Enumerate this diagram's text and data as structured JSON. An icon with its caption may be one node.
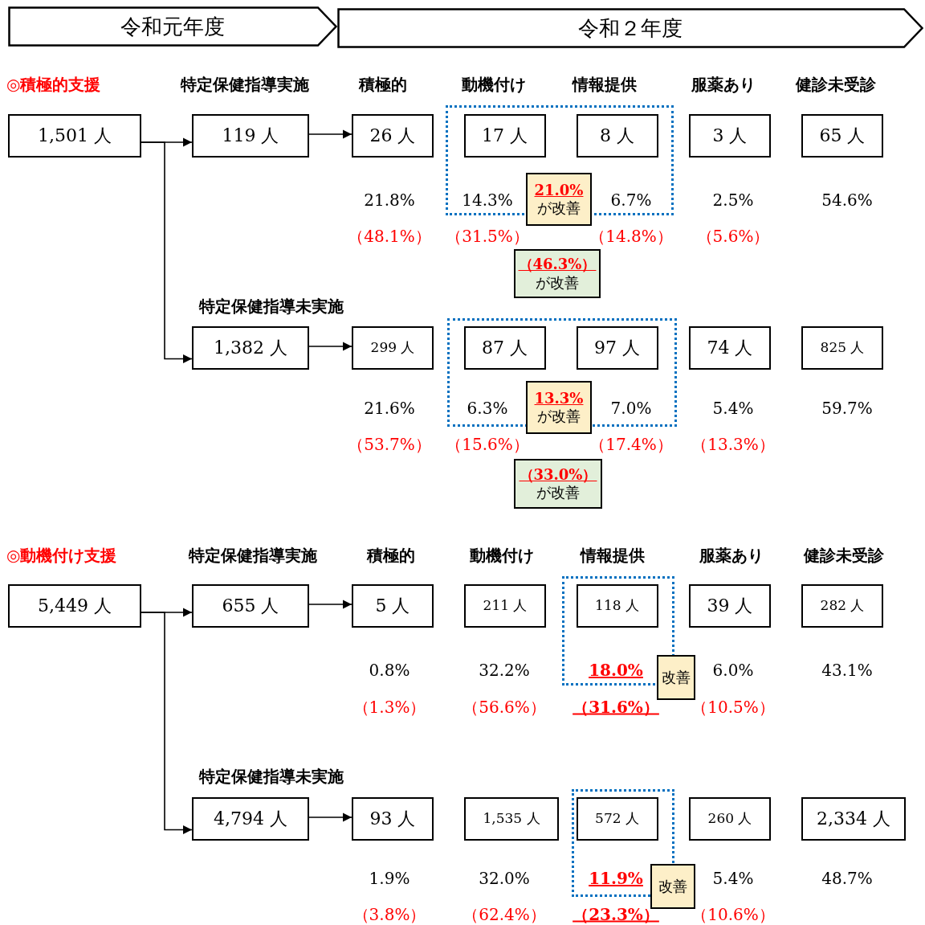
{
  "diagram": {
    "nodes": [
      {
        "text": [
          "令和元年度"
        ]
      },
      {
        "text": [
          "令和２年度"
        ]
      },
      {
        "text": [
          "1,501 人"
        ]
      },
      {
        "text": [
          "119 人"
        ]
      },
      {
        "text": [
          "26 人"
        ]
      },
      {
        "text": [],
        "shape": "box"
      },
      {
        "text": [
          "17 人"
        ],
        "in": 5
      },
      {
        "text": [
          "8 人"
        ],
        "in": 5
      },
      {
        "text": [
          "21.0%",
          "が改善"
        ]
      },
      {
        "text": [
          "3 人"
        ]
      },
      {
        "text": [
          "65 人"
        ]
      },
      {
        "text": [
          "（46.3%）",
          "が改善"
        ]
      },
      {
        "text": [
          "1,382 人"
        ]
      },
      {
        "text": [
          "299 人"
        ]
      },
      {
        "text": [],
        "shape": "box"
      },
      {
        "text": [
          "87 人"
        ],
        "in": 14
      },
      {
        "text": [
          "97 人"
        ],
        "in": 14
      },
      {
        "text": [
          "13.3%",
          "が改善"
        ]
      },
      {
        "text": [
          "74 人"
        ]
      },
      {
        "text": [
          "825 人"
        ]
      },
      {
        "text": [
          "（33.0%）",
          "が改善"
        ]
      },
      {
        "text": [
          "5,449 人"
        ]
      },
      {
        "text": [
          "655 人"
        ]
      },
      {
        "text": [
          "5 人"
        ]
      },
      {
        "text": [
          "211 人"
        ]
      },
      {
        "text": [],
        "shape": "box"
      },
      {
        "text": [
          "118 人"
        ],
        "in": 25
      },
      {
        "text": [
          "改善"
        ]
      },
      {
        "text": [
          "39 人"
        ]
      },
      {
        "text": [
          "282 人"
        ]
      },
      {
        "text": [
          "4,794 人"
        ]
      },
      {
        "text": [
          "93 人"
        ]
      },
      {
        "text": [
          "1,535 人"
        ]
      },
      {
        "text": [],
        "shape": "box"
      },
      {
        "text": [
          "572 人"
        ],
        "in": 33
      },
      {
        "text": [
          "改善"
        ]
      },
      {
        "text": [
          "260 人"
        ]
      },
      {
        "text": [
          "2,334 人"
        ]
      }
    ],
    "edges": [
      {
        "from": 2,
        "to": 3,
        "arrow": "to"
      },
      {
        "from": 2,
        "to": 12,
        "arrow": "to"
      },
      {
        "from": 3,
        "to": 4,
        "arrow": "to"
      },
      {
        "from": 12,
        "to": 13,
        "arrow": "to"
      },
      {
        "from": 21,
        "to": 22,
        "arrow": "to"
      },
      {
        "from": 21,
        "to": 30,
        "arrow": "to"
      },
      {
        "from": 22,
        "to": 23,
        "arrow": "to"
      },
      {
        "from": 30,
        "to": 31,
        "arrow": "to"
      }
    ],
    "labels": [
      "◎積極的支援",
      "特定保健指導実施",
      "積極的",
      "動機付け",
      "情報提供",
      "服薬あり",
      "健診未受診",
      "21.8%",
      "14.3%",
      "6.7%",
      "2.5%",
      "54.6%",
      "（48.1%）",
      "（31.5%）",
      "（14.8%）",
      "（5.6%）",
      "特定保健指導未実施",
      "21.6%",
      "6.3%",
      "7.0%",
      "5.4%",
      "59.7%",
      "（53.7%）",
      "（15.6%）",
      "（17.4%）",
      "（13.3%）",
      "◎動機付け支援",
      "特定保健指導実施",
      "積極的",
      "動機付け",
      "情報提供",
      "服薬あり",
      "健診未受診",
      "0.8%",
      "32.2%",
      "18.0%",
      "6.0%",
      "43.1%",
      "（1.3%）",
      "（56.6%）",
      "（31.6%）",
      "（10.5%）",
      "特定保健指導未実施",
      "1.9%",
      "32.0%",
      "11.9%",
      "5.4%",
      "48.7%",
      "（3.8%）",
      "（62.4%）",
      "（23.3%）",
      "（10.6%）"
    ]
  }
}
